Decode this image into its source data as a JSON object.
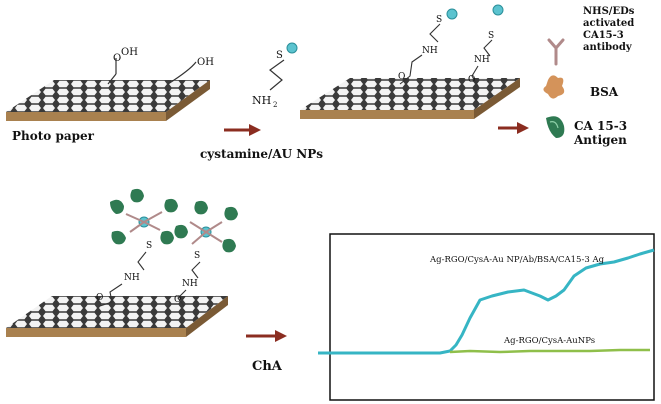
{
  "labels": {
    "photo_paper": "Photo paper",
    "cystamine": "cystamine/AU NPs",
    "nhs_line1": "NHS/EDs",
    "nhs_line2": "activated",
    "nhs_line3": "CA15-3",
    "nhs_line4": "antibody",
    "bsa": "BSA",
    "antigen_line1": "CA 15-3",
    "antigen_line2": "Antigen",
    "cha": "ChA",
    "nh2": "NH",
    "nh2_sub": "2",
    "oh": "OH",
    "s": "S",
    "nh": "NH"
  },
  "chart": {
    "series_top": "Ag-RGO/CysA-Au NP/Ab/BSA/CA15-3 Ag",
    "series_bottom": "Ag-RGO/CysA-AuNPs"
  },
  "colors": {
    "paper_side": "#a9814f",
    "paper_side_dark": "#7a5a35",
    "paper_top": "#3a3a3a",
    "hex_fill": "#f4f4f4",
    "arrow": "#8b2d20",
    "gold_np": "#5bc3cf",
    "antibody": "#b08a8a",
    "bsa": "#d4935a",
    "antigen": "#2f7a52",
    "line_top": "#36b5c4",
    "line_bottom": "#8fbf4a"
  }
}
